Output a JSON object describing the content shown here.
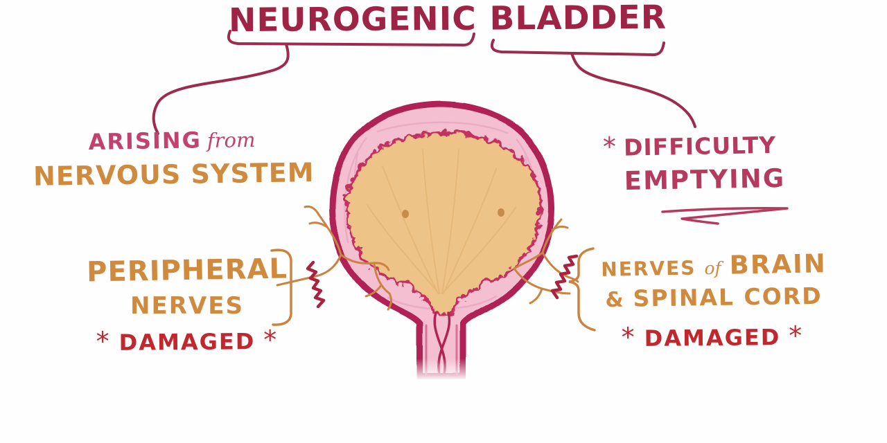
{
  "illustration": {
    "title": {
      "word1": "NEUROGENIC",
      "word2": "BLADDER"
    },
    "cause_note": {
      "emphasis": "ARISING",
      "connector": "from",
      "subject": "NERVOUS SYSTEM"
    },
    "symptom_note": {
      "star": "*",
      "line1": "DIFFICULTY",
      "line2": "EMPTYING"
    },
    "peripheral_label": {
      "line1": "PERIPHERAL",
      "line2": "NERVES",
      "damaged": {
        "star_left": "*",
        "text": "DAMAGED",
        "star_right": "*"
      }
    },
    "central_label": {
      "word1": "NERVES",
      "connector": "of",
      "word2": "BRAIN",
      "amp": "&",
      "line2": "SPINAL CORD",
      "damaged": {
        "star_left": "*",
        "text": "DAMAGED",
        "star_right": "*"
      }
    },
    "colors": {
      "title_text": "#9e2345",
      "pink_text": "#c2426f",
      "rose_text": "#b53a5e",
      "orange_text": "#d08a3e",
      "red_text": "#c0272e",
      "bladder_outline": "#b02455",
      "bladder_wall": "#f4c0d1",
      "bladder_lining": "#c23061",
      "bladder_interior": "#eec387",
      "nerve": "#ca8340",
      "damaged_nerve": "#a8233f",
      "background": "#fefefe"
    }
  }
}
